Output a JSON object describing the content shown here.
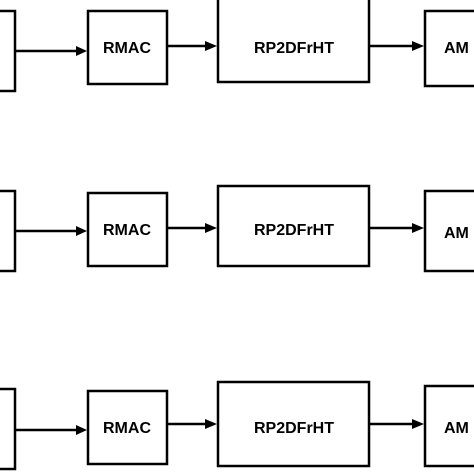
{
  "diagram": {
    "rows": [
      {
        "labels": {
          "rmac": "RMAC",
          "rp2dfrht": "RP2DFrHT",
          "am": "AM"
        }
      },
      {
        "labels": {
          "rmac": "RMAC",
          "rp2dfrht": "RP2DFrHT",
          "am": "AM"
        }
      },
      {
        "labels": {
          "rmac": "RMAC",
          "rp2dfrht": "RP2DFrHT",
          "am": "AM"
        }
      }
    ]
  },
  "colors": {
    "stroke": "#000000",
    "background": "#ffffff"
  }
}
